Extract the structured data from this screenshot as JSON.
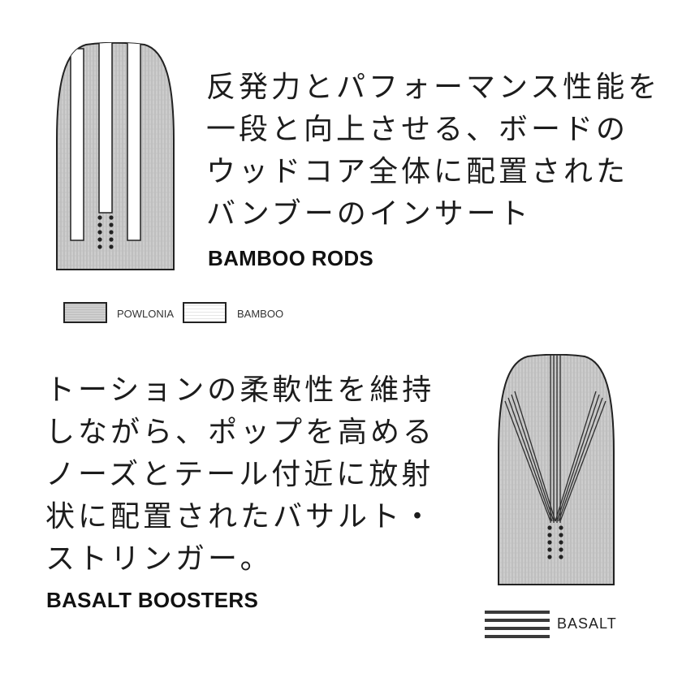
{
  "bamboo_section": {
    "description_lines": [
      "反発力とパフォーマンス性能を",
      "一段と向上させる、ボードの",
      "ウッドコア全体に配置された",
      "バンブーのインサート"
    ],
    "heading": "BAMBOO RODS"
  },
  "legend": {
    "powlonia_label": "POWLONIA",
    "bamboo_label": "BAMBOO"
  },
  "basalt_section": {
    "description_lines": [
      "トーションの柔軟性を維持",
      "しながら、ポップを高める",
      "ノーズとテール付近に放射",
      "状に配置されたバサルト・",
      "ストリンガー。"
    ],
    "heading": "BASALT BOOSTERS",
    "legend_label": "BASALT"
  },
  "colors": {
    "core_wood": "#c9c9c9",
    "bamboo": "#ffffff",
    "basalt": "#3a3a3a",
    "outline": "#222222"
  }
}
